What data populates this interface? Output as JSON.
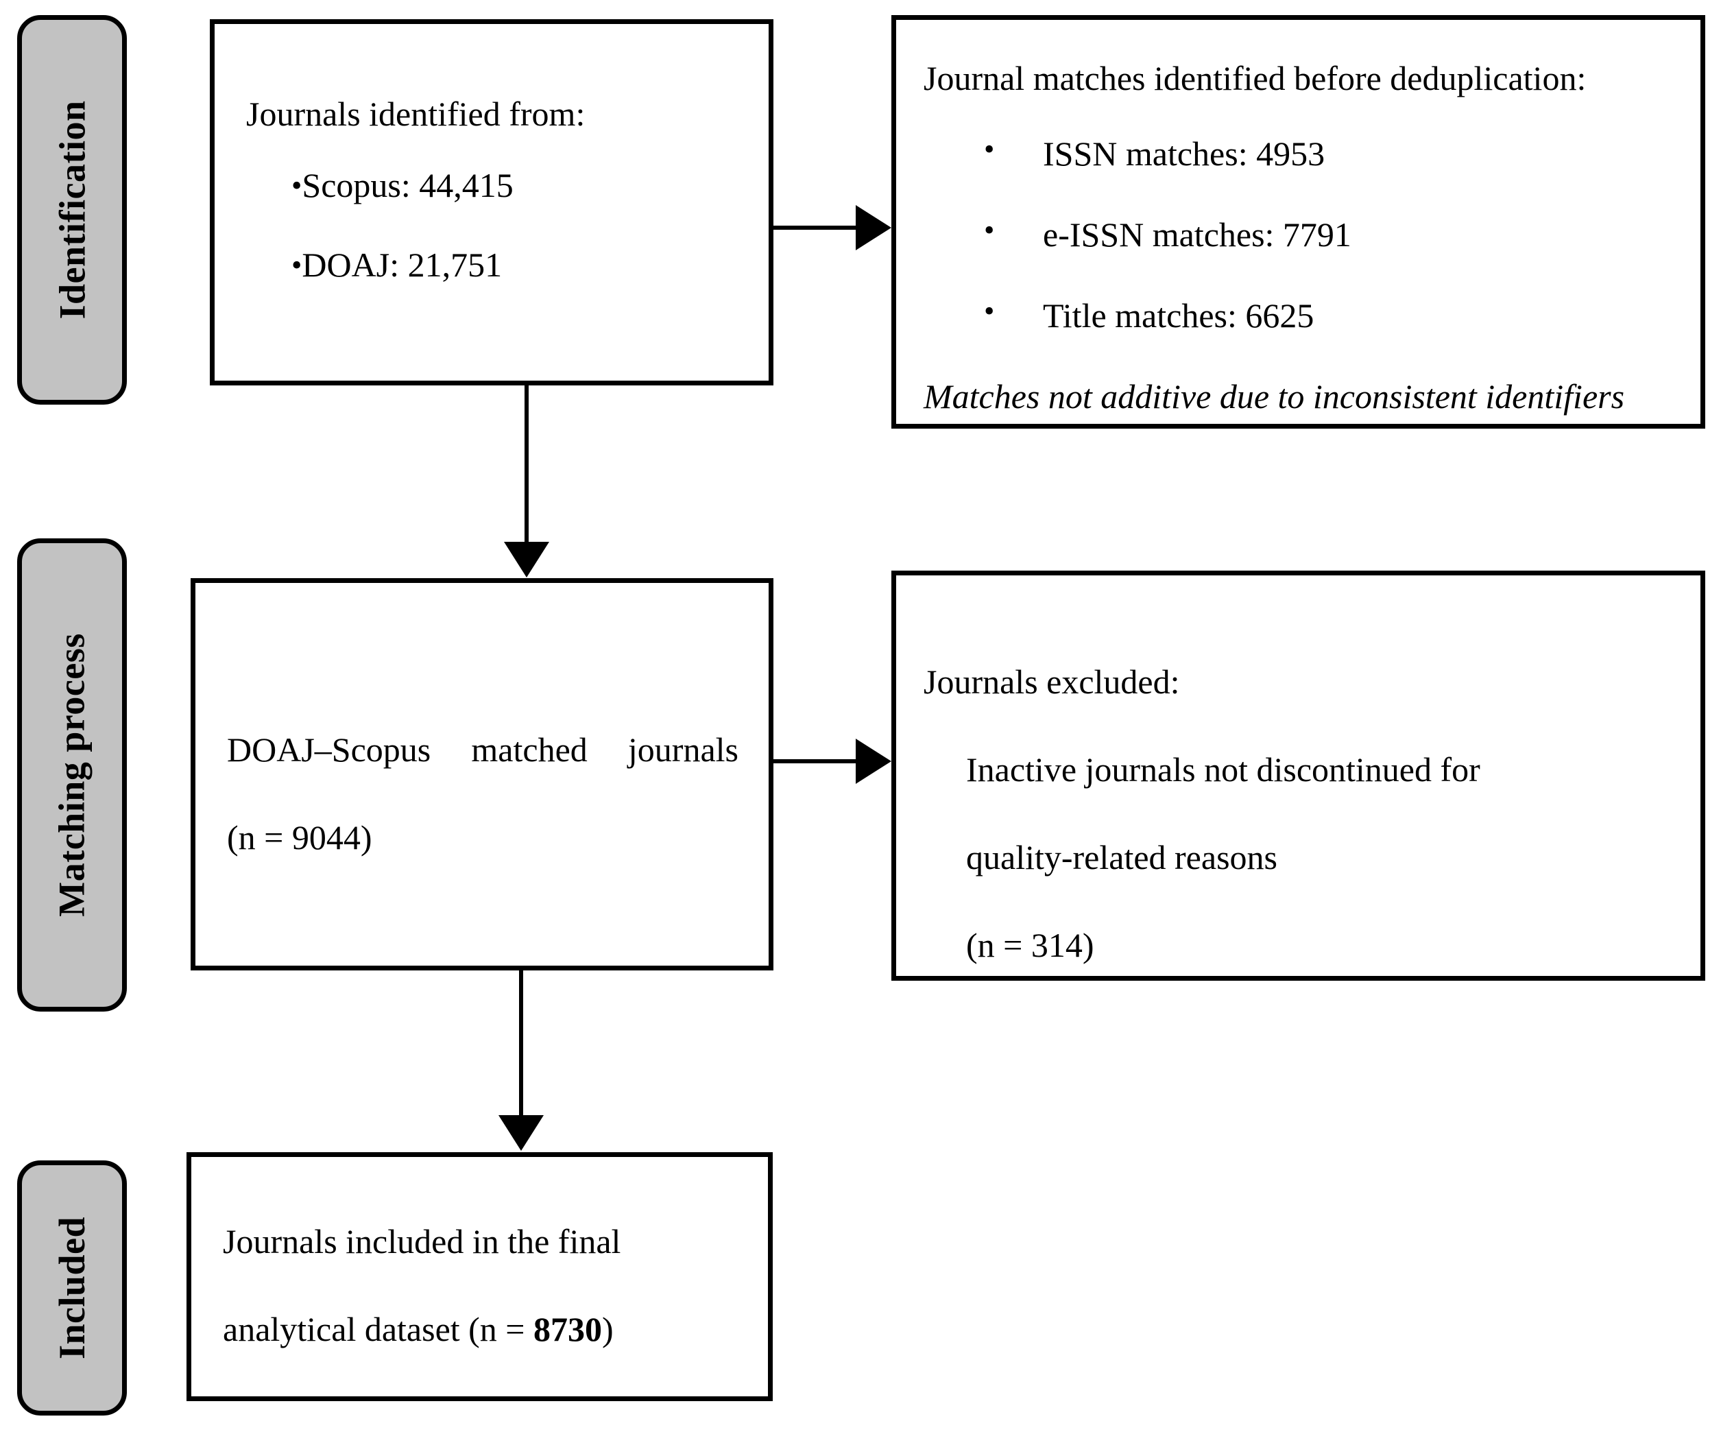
{
  "diagram": {
    "title": "PRISMA-style journal selection flow diagram",
    "type": "flowchart",
    "stages": [
      {
        "id": "identification",
        "label": "Identification"
      },
      {
        "id": "matching-process",
        "label": "Matching process"
      },
      {
        "id": "included",
        "label": "Included"
      }
    ],
    "colors": {
      "stage_fill": "#c2c2c2",
      "box_fill": "#ffffff",
      "stroke": "#000000"
    },
    "boxes": {
      "identified": {
        "heading": "Journals identified from:",
        "items": [
          {
            "bullet": "•",
            "text": "Scopus: 44,415"
          },
          {
            "bullet": "•",
            "text": "DOAJ: 21,751"
          }
        ]
      },
      "matches": {
        "heading": "Journal matches identified before deduplication:",
        "items": [
          "ISSN matches: 4953",
          "e-ISSN matches: 7791",
          "Title matches: 6625"
        ],
        "note": "Matches not additive due to inconsistent identifiers"
      },
      "matched": {
        "line1": "DOAJ–Scopus matched journals",
        "line2": "(n = 9044)"
      },
      "excluded": {
        "heading": "Journals excluded:",
        "reason_line1": "Inactive journals not discontinued for",
        "reason_line2": "quality-related reasons",
        "count": "(n = 314)"
      },
      "final": {
        "line1": "Journals included in the final",
        "line2_prefix": "analytical dataset (n = ",
        "line2_value": "8730",
        "line2_suffix": ")"
      }
    },
    "connectors": [
      {
        "id": "identified-to-matches",
        "direction": "right"
      },
      {
        "id": "identified-to-matched",
        "direction": "down"
      },
      {
        "id": "matched-to-excluded",
        "direction": "right"
      },
      {
        "id": "matched-to-final",
        "direction": "down"
      }
    ]
  }
}
